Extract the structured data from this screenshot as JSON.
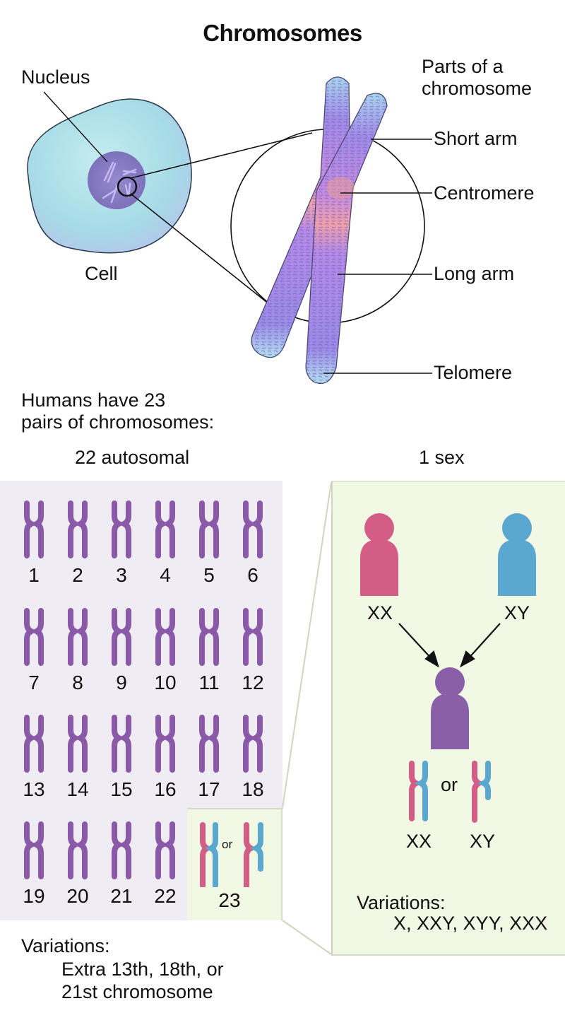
{
  "title": "Chromosomes",
  "cell_section": {
    "nucleus_label": "Nucleus",
    "cell_label": "Cell"
  },
  "parts_section": {
    "heading_line1": "Parts of a",
    "heading_line2": "chromosome",
    "parts": [
      "Short arm",
      "Centromere",
      "Long arm",
      "Telomere"
    ]
  },
  "pairs_section": {
    "intro_line1": "Humans have 23",
    "intro_line2": "pairs of chromosomes:",
    "autosomal_label": "22 autosomal",
    "sex_label": "1 sex"
  },
  "autosomes": [
    "1",
    "2",
    "3",
    "4",
    "5",
    "6",
    "7",
    "8",
    "9",
    "10",
    "11",
    "12",
    "13",
    "14",
    "15",
    "16",
    "17",
    "18",
    "19",
    "20",
    "21",
    "22"
  ],
  "sex_chromosome": {
    "number": "23",
    "or_label": "or"
  },
  "autosomal_variations": {
    "heading": "Variations:",
    "line1": "Extra 13th, 18th, or",
    "line2": "21st chromosome"
  },
  "sex_panel": {
    "mother_label": "XX",
    "father_label": "XY",
    "child_option1": "XX",
    "child_option2": "XY",
    "or_label": "or",
    "variations_heading": "Variations:",
    "variations_list": "X, XXY, XYY, XXX"
  },
  "colors": {
    "autosome_purple": "#8a5aa8",
    "female_pink": "#d45d86",
    "male_blue": "#5aa8cf",
    "child_purple": "#8b5ea8",
    "cell_fill": "#a9dde6",
    "nucleus_fill": "#8a7fc4",
    "autosomal_panel_bg": "#f0ecf3",
    "sex_panel_bg": "#f1f8e4"
  }
}
